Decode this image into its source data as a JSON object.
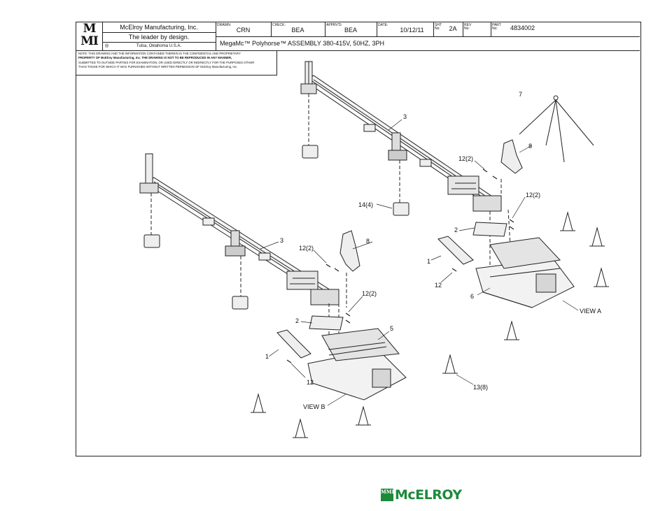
{
  "title_block": {
    "logo_top": "M",
    "logo_bottom": "MI",
    "company": "McElroy Manufacturing, Inc.",
    "tagline": "The leader by design.",
    "location": "Tulsa, Oklahoma U.S.A.",
    "registered_mark": "®",
    "fields": [
      {
        "label": "DRAWN:",
        "value": "CRN"
      },
      {
        "label": "CHECK:",
        "value": "BEA"
      },
      {
        "label": "APPRV'D:",
        "value": "BEA"
      },
      {
        "label": "DATE:",
        "value": "10/12/11"
      },
      {
        "label": "SHT\nNo:",
        "value": "2A"
      },
      {
        "label": "REV\nNo:",
        "value": ""
      },
      {
        "label": "PART\nNo:",
        "value": "4834002"
      }
    ],
    "drawing_title": "MegaMc™ Polyhorse™ ASSEMBLY 380-415V, 50HZ, 3PH"
  },
  "notice": {
    "line1": "NOTE: THIS DRAWING AND THE INFORMATION CONTAINED THEREIN IS THE CONFIDENTIAL AND PROPRIETARY",
    "line2": "PROPERTY OF McElroy Manufacturing, Inc. THE DRAWING IS NOT TO BE REPRODUCED IN ANY MANNER,",
    "line3": "SUBMITTED TO OUTSIDE PARTIES FOR EXAMINATION, OR USED DIRECTLY OR INDIRECTLY FOR THE PURPOSES OTHER",
    "line4": "THAN THOSE FOR WHICH IT WAS FURNISHED WITHOUT WRITTEN PERMISSION OF McElroy Manufacturing, Inc."
  },
  "callouts": {
    "c3a": "3",
    "c3b": "3",
    "c7": "7",
    "c8a": "8",
    "c8b": "8",
    "c12_2a": "12(2)",
    "c12_2b": "12(2)",
    "c12_2c": "12(2)",
    "c12_2d": "12(2)",
    "c14_4": "14(4)",
    "c2a": "2",
    "c2b": "2",
    "c1a": "1",
    "c1b": "1",
    "c12a": "12",
    "c12b": "12",
    "c6": "6",
    "c5": "5",
    "c13_8": "13(8)",
    "view_a": "VIEW A",
    "view_b": "VIEW B"
  },
  "footer": {
    "brand_mark": "MMI",
    "brand_name": "McELROY"
  },
  "colors": {
    "brand_green": "#1d8a3a",
    "line": "#222222"
  }
}
